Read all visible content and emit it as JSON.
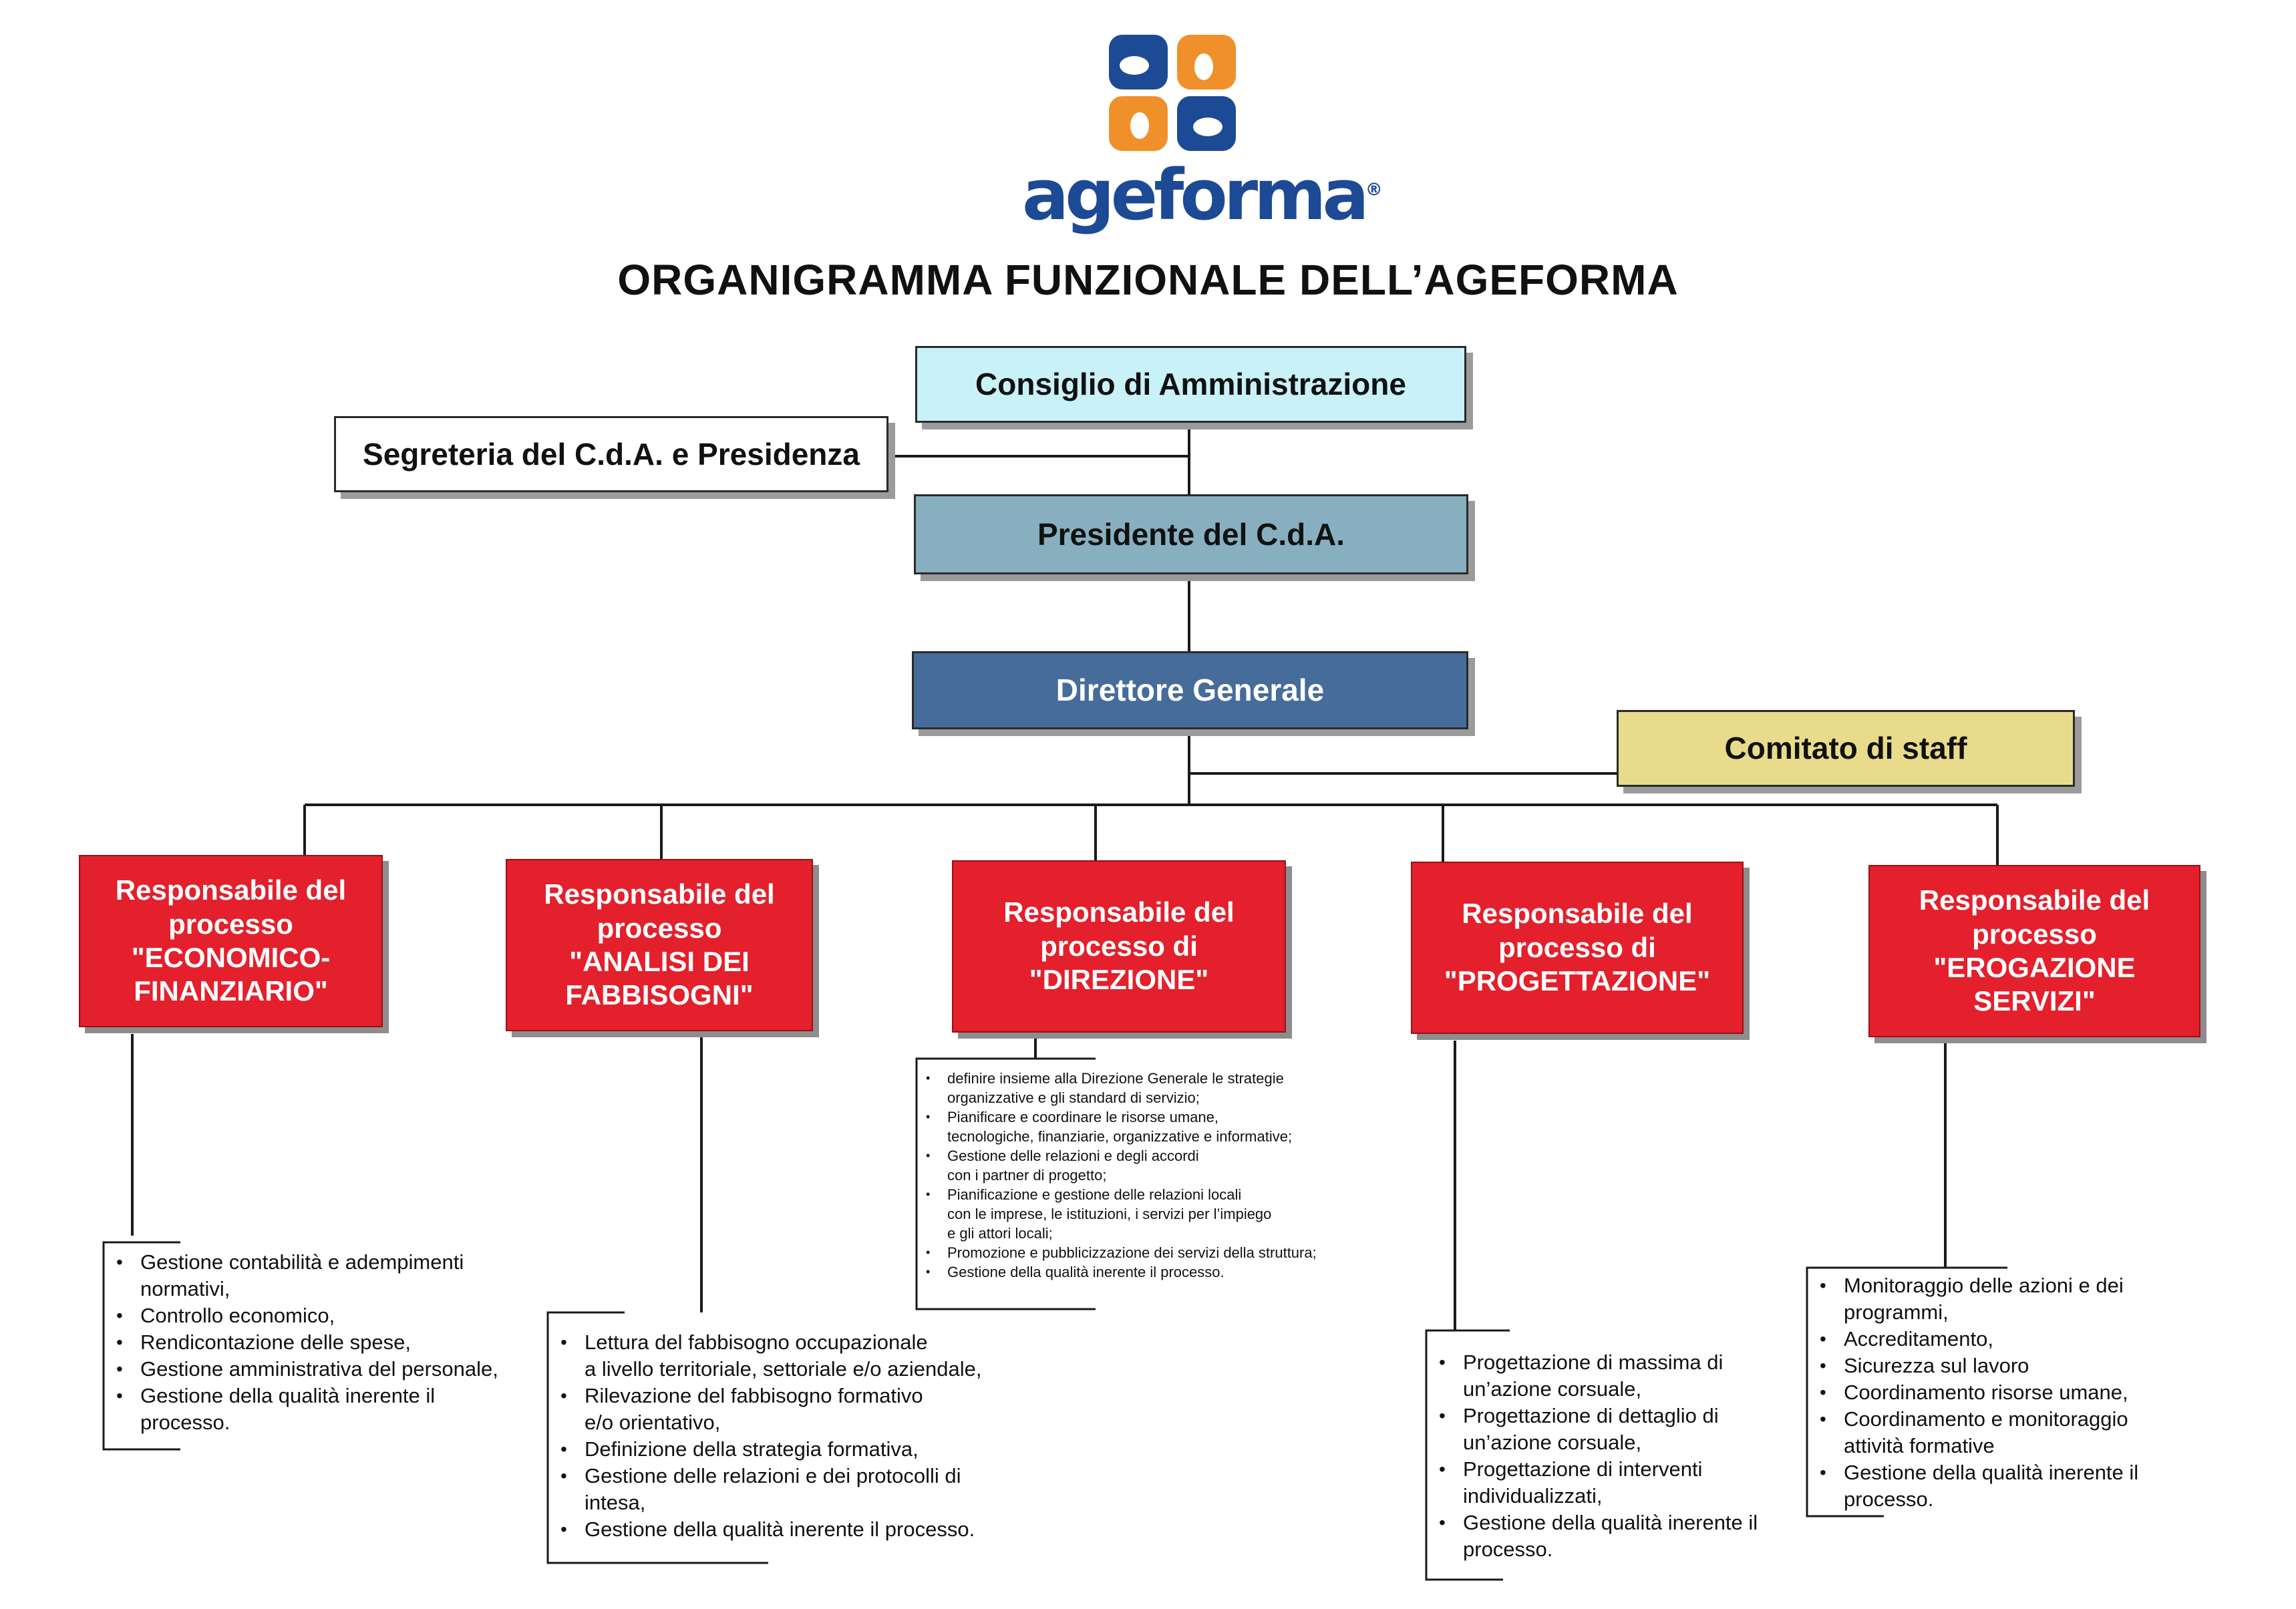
{
  "logo": {
    "wordmark": "ageforma",
    "registered_mark": "®"
  },
  "title": "ORGANIGRAMMA FUNZIONALE DELL’AGEFORMA",
  "nodes": {
    "consiglio": {
      "label": "Consiglio di Amministrazione",
      "color": "#c9f1f8"
    },
    "segreteria": {
      "label": "Segreteria del C.d.A. e Presidenza",
      "color": "#ffffff"
    },
    "presidente": {
      "label": "Presidente del C.d.A.",
      "color": "#87afbf"
    },
    "direttore": {
      "label": "Direttore Generale",
      "color": "#466c9a"
    },
    "comitato": {
      "label": "Comitato di staff",
      "color": "#e8dc8c"
    }
  },
  "process_color": "#e3202c",
  "processes": [
    {
      "label": "Responsabile del\nprocesso\n\"ECONOMICO-\nFINANZIARIO\"",
      "tasks": [
        "Gestione contabilità e adempimenti\nnormativi,",
        "Controllo economico,",
        "Rendicontazione delle spese,",
        "Gestione amministrativa del personale,",
        "Gestione della qualità inerente il\nprocesso."
      ]
    },
    {
      "label": "Responsabile del\nprocesso\n\"ANALISI DEI\nFABBISOGNI\"",
      "tasks": [
        "Lettura del fabbisogno occupazionale\n a livello territoriale, settoriale e/o aziendale,",
        "Rilevazione del fabbisogno formativo\ne/o orientativo,",
        "Definizione della strategia formativa,",
        "Gestione delle relazioni e dei protocolli di\nintesa,",
        "Gestione della qualità inerente il processo."
      ]
    },
    {
      "label": "Responsabile del\nprocesso di\n\"DIREZIONE\"",
      "tasks": [
        "definire insieme alla Direzione Generale le strategie\norganizzative e gli standard di servizio;",
        "Pianificare e coordinare le risorse umane,\ntecnologiche, finanziarie, organizzative e informative;",
        "Gestione delle relazioni e degli accordi\ncon i partner di progetto;",
        "Pianificazione e gestione delle relazioni locali\ncon le imprese, le istituzioni, i servizi per l’impiego\ne gli attori locali;",
        "Promozione e pubblicizzazione dei servizi della struttura;",
        "Gestione della qualità inerente il processo."
      ]
    },
    {
      "label": "Responsabile del\nprocesso di\n\"PROGETTAZIONE\"",
      "tasks": [
        "Progettazione di massima di\n un’azione corsuale,",
        "Progettazione di dettaglio di\n un’azione corsuale,",
        "Progettazione di interventi\nindividualizzati,",
        "Gestione della qualità inerente il\nprocesso."
      ]
    },
    {
      "label": "Responsabile del\nprocesso\n\"EROGAZIONE\nSERVIZI\"",
      "tasks": [
        "Monitoraggio delle azioni e dei\nprogrammi,",
        "Accreditamento,",
        "Sicurezza sul lavoro",
        "Coordinamento risorse umane,",
        "Coordinamento e monitoraggio\nattività formative",
        "Gestione della qualità inerente il\nprocesso."
      ]
    }
  ]
}
